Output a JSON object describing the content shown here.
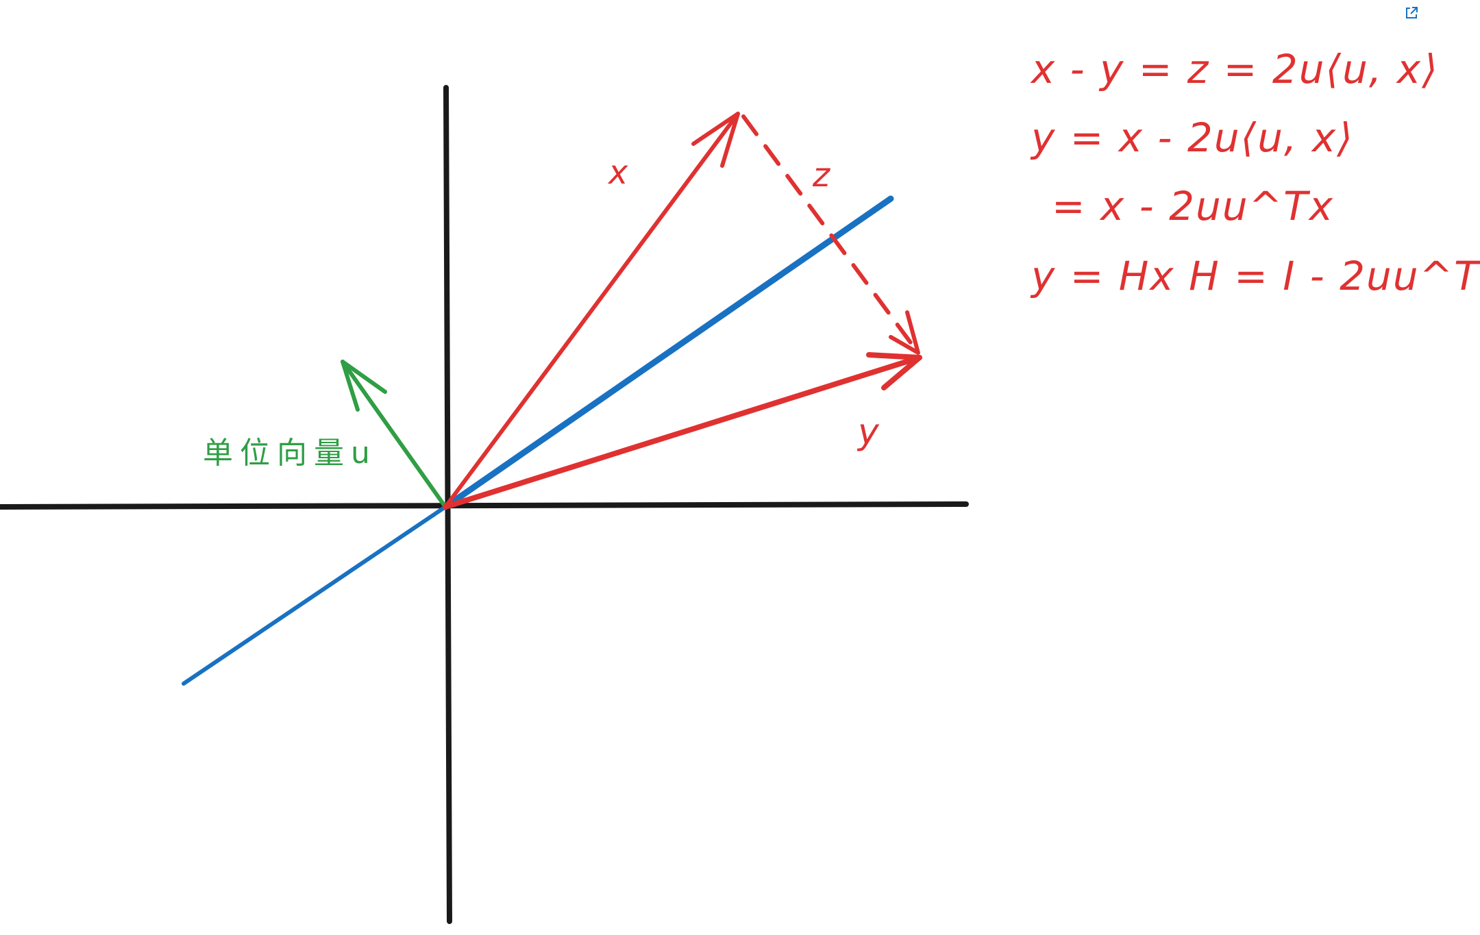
{
  "diagram": {
    "labels": {
      "x": "x",
      "z": "z",
      "y": "y",
      "u": "单位向量u"
    },
    "equations": [
      "x - y = z = 2u⟨u, x⟩",
      "y = x - 2u⟨u, x⟩",
      "= x - 2uu^Tx",
      "y = Hx  H = I - 2uu^T"
    ],
    "colors": {
      "axes": "#1a1a1a",
      "vectors": "#e03131",
      "mirror_line": "#1971c2",
      "normal": "#2f9e44",
      "link_icon": "#1971c2"
    },
    "icons": {
      "open_link": "external-link-icon"
    }
  }
}
